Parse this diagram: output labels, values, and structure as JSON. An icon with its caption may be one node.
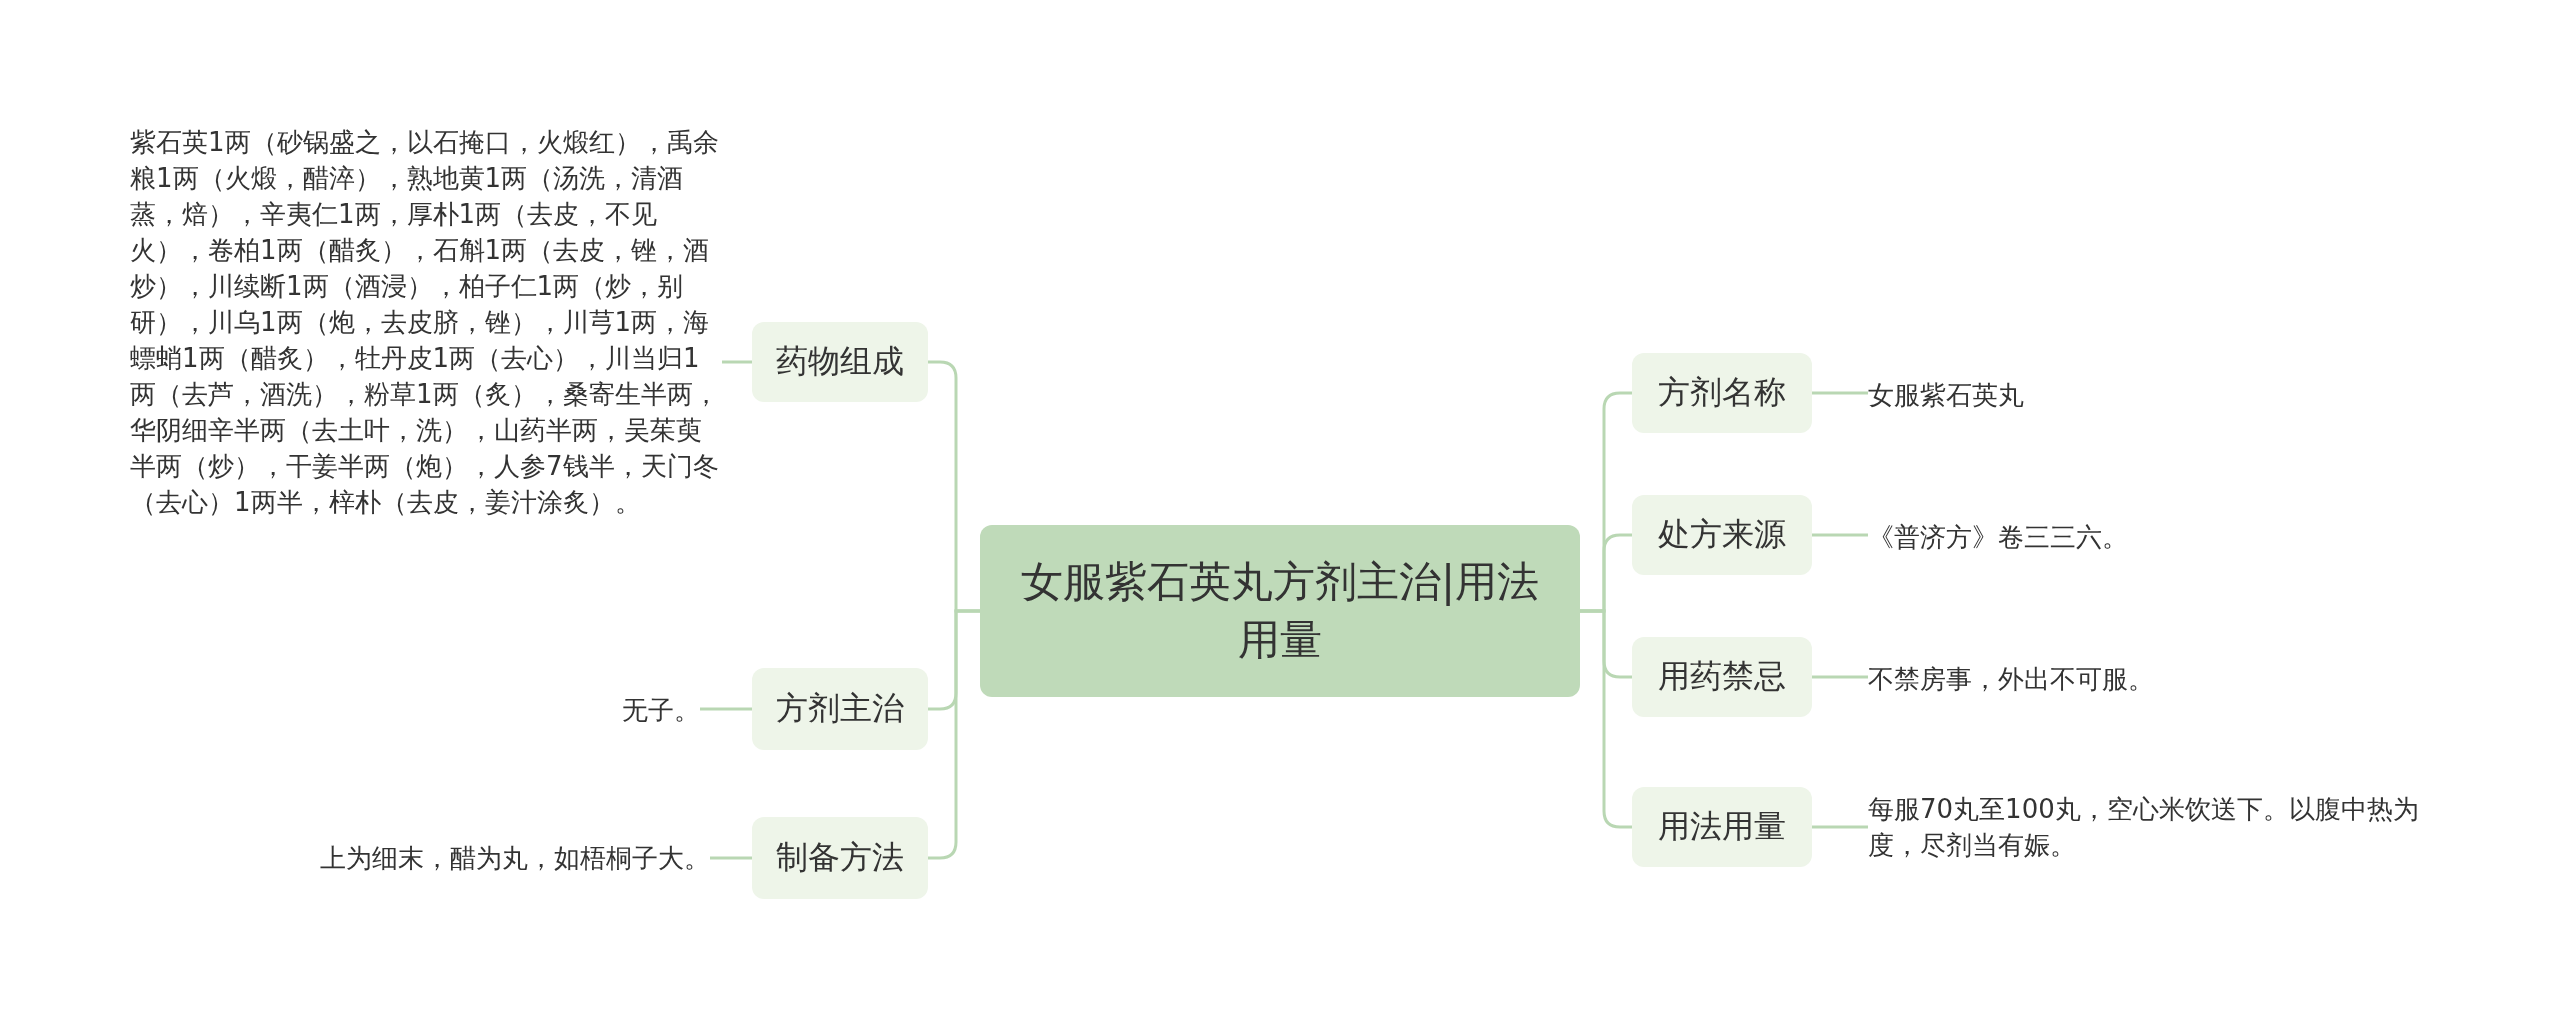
{
  "diagram": {
    "nodes": [
      {
        "text": [
          "女服紫石英丸方剂主治|用法用量"
        ]
      },
      {
        "text": [
          "药物组成"
        ]
      },
      {
        "text": [
          "紫石英1两（砂锅盛之，以石掩口，火煅红），禹余粮1两（火煅，醋淬），熟地黄1两（汤洗，清酒蒸，焙），辛夷仁1两，厚朴1两（去皮，不见火），卷柏1两（醋炙），石斛1两（去皮，锉，酒炒），川续断1两（酒浸），柏子仁1两（炒，别研），川乌1两（炮，去皮脐，锉），川芎1两，海螵蛸1两（醋炙），牡丹皮1两（去心），川当归1两（去芦，酒洗），粉草1两（炙），桑寄生半两，华阴细辛半两（去土叶，洗），山药半两，吴茱萸半两（炒），干姜半两（炮），人参7钱半，天门冬（去心）1两半，梓朴（去皮，姜汁涂炙）。"
        ]
      },
      {
        "text": [
          "方剂主治"
        ]
      },
      {
        "text": [
          "无子。"
        ]
      },
      {
        "text": [
          "制备方法"
        ]
      },
      {
        "text": [
          "上为细末，醋为丸，如梧桐子大。"
        ]
      },
      {
        "text": [
          "方剂名称"
        ]
      },
      {
        "text": [
          "女服紫石英丸"
        ]
      },
      {
        "text": [
          "处方来源"
        ]
      },
      {
        "text": [
          "《普济方》卷三三六。"
        ]
      },
      {
        "text": [
          "用药禁忌"
        ]
      },
      {
        "text": [
          "不禁房事，外出不可服。"
        ]
      },
      {
        "text": [
          "用法用量"
        ]
      },
      {
        "text": [
          "每服70丸至100丸，空心米饮送下。以腹中热为度，尽剂当有娠。"
        ]
      }
    ],
    "edges": [
      {
        "from": 0,
        "to": 1,
        "arrow": "none"
      },
      {
        "from": 1,
        "to": 2,
        "arrow": "none"
      },
      {
        "from": 0,
        "to": 3,
        "arrow": "none"
      },
      {
        "from": 3,
        "to": 4,
        "arrow": "none"
      },
      {
        "from": 0,
        "to": 5,
        "arrow": "none"
      },
      {
        "from": 5,
        "to": 6,
        "arrow": "none"
      },
      {
        "from": 0,
        "to": 7,
        "arrow": "none"
      },
      {
        "from": 7,
        "to": 8,
        "arrow": "none"
      },
      {
        "from": 0,
        "to": 9,
        "arrow": "none"
      },
      {
        "from": 9,
        "to": 10,
        "arrow": "none"
      },
      {
        "from": 0,
        "to": 11,
        "arrow": "none"
      },
      {
        "from": 11,
        "to": 12,
        "arrow": "none"
      },
      {
        "from": 0,
        "to": 13,
        "arrow": "none"
      },
      {
        "from": 13,
        "to": 14,
        "arrow": "none"
      }
    ]
  }
}
